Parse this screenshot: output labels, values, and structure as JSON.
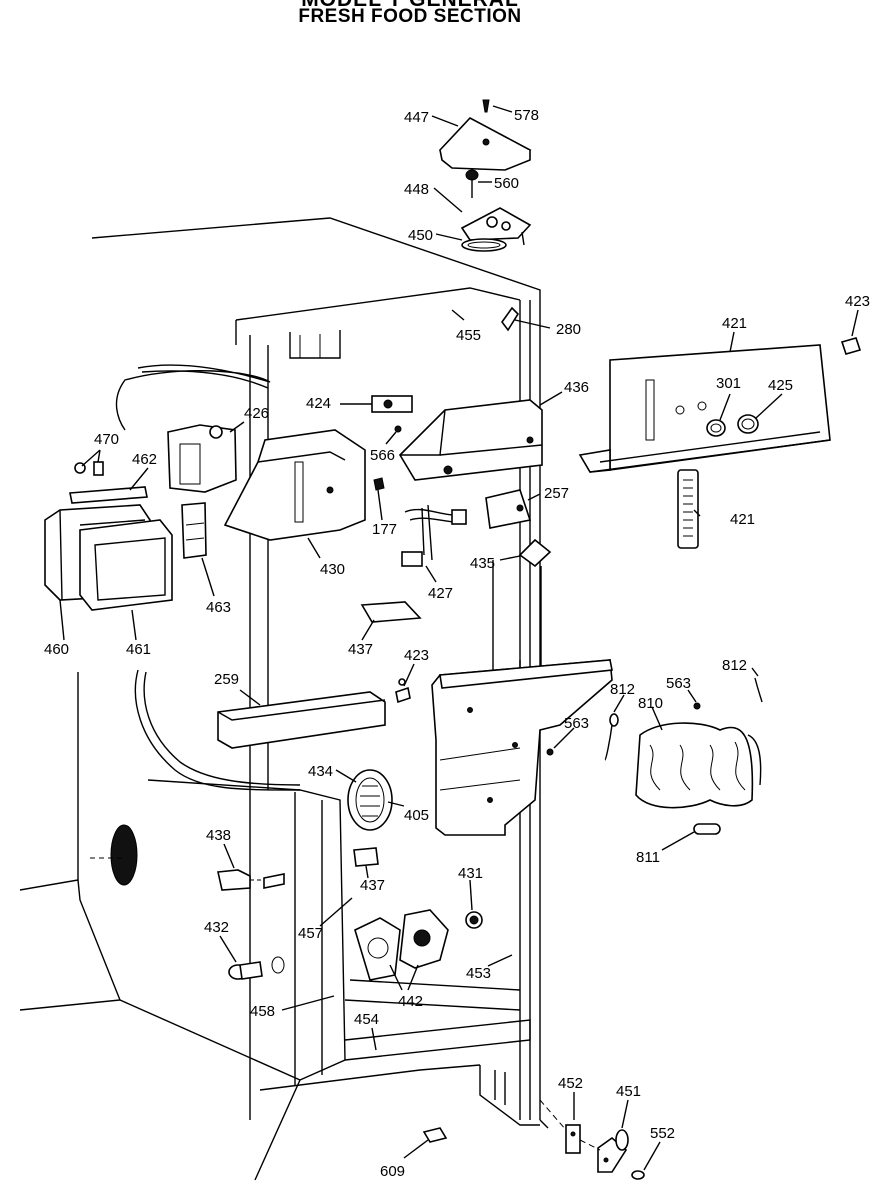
{
  "header": {
    "title_top": "MODEL T GENERAL",
    "title": "FRESH FOOD SECTION"
  },
  "parts": [
    {
      "id": "p578",
      "label": "578"
    },
    {
      "id": "p447",
      "label": "447"
    },
    {
      "id": "p560",
      "label": "560"
    },
    {
      "id": "p448",
      "label": "448"
    },
    {
      "id": "p450",
      "label": "450"
    },
    {
      "id": "p455",
      "label": "455"
    },
    {
      "id": "p280",
      "label": "280"
    },
    {
      "id": "p421a",
      "label": "421"
    },
    {
      "id": "p423a",
      "label": "423"
    },
    {
      "id": "p301",
      "label": "301"
    },
    {
      "id": "p425",
      "label": "425"
    },
    {
      "id": "p436",
      "label": "436"
    },
    {
      "id": "p424",
      "label": "424"
    },
    {
      "id": "p426",
      "label": "426"
    },
    {
      "id": "p566",
      "label": "566"
    },
    {
      "id": "p470",
      "label": "470"
    },
    {
      "id": "p462",
      "label": "462"
    },
    {
      "id": "p257",
      "label": "257"
    },
    {
      "id": "p421b",
      "label": "421"
    },
    {
      "id": "p177",
      "label": "177"
    },
    {
      "id": "p430",
      "label": "430"
    },
    {
      "id": "p463",
      "label": "463"
    },
    {
      "id": "p427",
      "label": "427"
    },
    {
      "id": "p435",
      "label": "435"
    },
    {
      "id": "p460",
      "label": "460"
    },
    {
      "id": "p461",
      "label": "461"
    },
    {
      "id": "p437a",
      "label": "437"
    },
    {
      "id": "p423b",
      "label": "423"
    },
    {
      "id": "p812a",
      "label": "812"
    },
    {
      "id": "p259",
      "label": "259"
    },
    {
      "id": "p563a",
      "label": "563"
    },
    {
      "id": "p812b",
      "label": "812"
    },
    {
      "id": "p810",
      "label": "810"
    },
    {
      "id": "p563b",
      "label": "563"
    },
    {
      "id": "p434",
      "label": "434"
    },
    {
      "id": "p405",
      "label": "405"
    },
    {
      "id": "p438",
      "label": "438"
    },
    {
      "id": "p811",
      "label": "811"
    },
    {
      "id": "p437b",
      "label": "437"
    },
    {
      "id": "p431",
      "label": "431"
    },
    {
      "id": "p457",
      "label": "457"
    },
    {
      "id": "p432",
      "label": "432"
    },
    {
      "id": "p453",
      "label": "453"
    },
    {
      "id": "p442",
      "label": "442"
    },
    {
      "id": "p458",
      "label": "458"
    },
    {
      "id": "p454",
      "label": "454"
    },
    {
      "id": "p452",
      "label": "452"
    },
    {
      "id": "p451",
      "label": "451"
    },
    {
      "id": "p552",
      "label": "552"
    },
    {
      "id": "p609",
      "label": "609"
    }
  ]
}
